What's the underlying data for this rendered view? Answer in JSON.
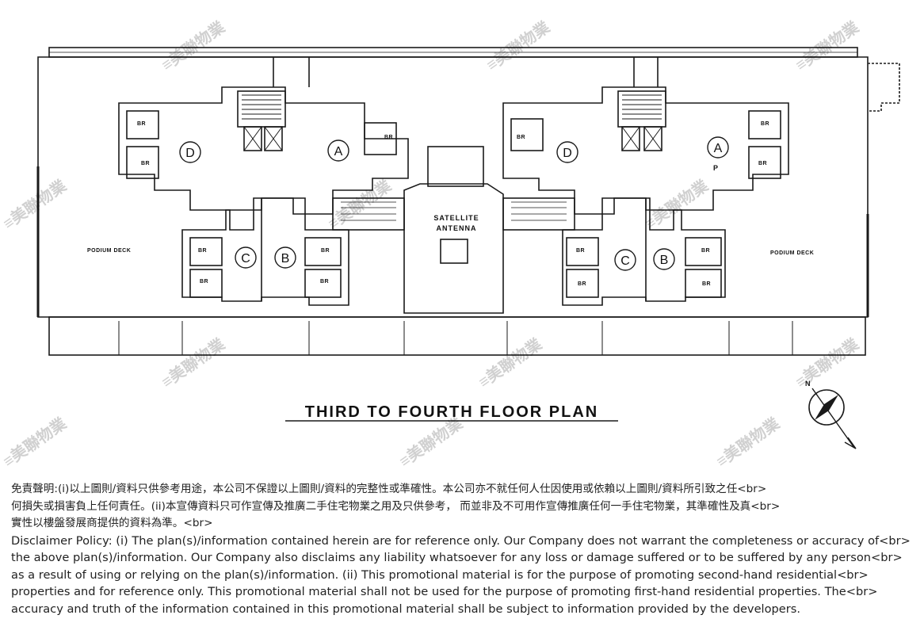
{
  "plan": {
    "title": "THIRD TO FOURTH FLOOR PLAN",
    "antenna_line1": "SATELLITE",
    "antenna_line2": "ANTENNA",
    "podium_left": "PODIUM DECK",
    "podium_right": "PODIUM DECK",
    "units": [
      "D",
      "A",
      "C",
      "B",
      "D",
      "A",
      "C",
      "B"
    ],
    "room_br": "BR",
    "p_label": "P",
    "north": "N",
    "watermark": "美聯物業"
  },
  "disclaimer": {
    "zh_line1": "免責聲明:(i)以上圖則/資料只供參考用途，本公司不保證以上圖則/資料的完整性或準確性。本公司亦不就任何人仕因使用或依賴以上圖則/資料所引致之任<br>",
    "zh_line2": "何損失或損害負上任何責任。(ii)本宣傳資料只可作宣傳及推廣二手住宅物業之用及只供參考， 而並非及不可用作宣傳推廣任何一手住宅物業，其準確性及真<br>",
    "zh_line3": "實性以樓盤發展商提供的資料為準。<br>",
    "en_line1": "Disclaimer Policy: (i) The plan(s)/information contained herein are for reference only. Our Company does not warrant the completeness or accuracy of<br>",
    "en_line2": "the above plan(s)/information. Our Company also disclaims any liability whatsoever for any loss or damage suffered or to be suffered by any person<br>",
    "en_line3": "as a result of using or relying on the plan(s)/information. (ii) This promotional material is for the purpose of promoting second-hand residential<br>",
    "en_line4": "properties and for reference only. This promotional material shall not be used for the purpose of promoting first-hand residential properties. The<br>",
    "en_line5": "accuracy and truth of the information contained in this promotional material shall be subject to information provided by the developers."
  }
}
